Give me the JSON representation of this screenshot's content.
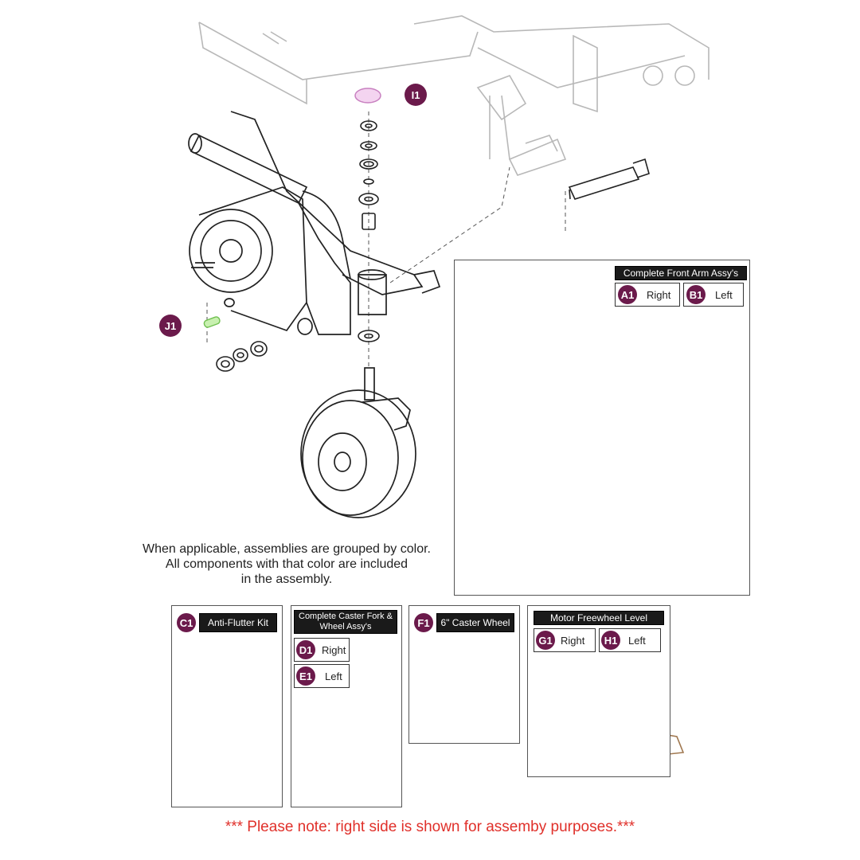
{
  "callouts": {
    "i1": "I1",
    "j1": "J1"
  },
  "front_arm": {
    "header": "Complete Front Arm Assy's",
    "a_badge": "A1",
    "a_label": "Right",
    "b_badge": "B1",
    "b_label": "Left"
  },
  "grouping_note": {
    "line1": "When applicable, assemblies are grouped by color.",
    "line2": "All components with that color are included",
    "line3": "in the assembly."
  },
  "anti_flutter": {
    "badge": "C1",
    "label": "Anti-Flutter Kit"
  },
  "caster_fork": {
    "header": "Complete Caster Fork & Wheel Assy's",
    "d_badge": "D1",
    "d_label": "Right",
    "e_badge": "E1",
    "e_label": "Left"
  },
  "caster_wheel": {
    "badge": "F1",
    "label": "6\" Caster Wheel"
  },
  "freewheel": {
    "header": "Motor Freewheel Level",
    "g_badge": "G1",
    "g_label": "Right",
    "h_badge": "H1",
    "h_label": "Left"
  },
  "footnote": "*** Please note: right side is shown for assemby purposes.***",
  "colors": {
    "badge": "#6b1a4b",
    "front_arm_assy": "#2b2fb0",
    "anti_flutter_kit": "#e8302a",
    "caster_fork_assy": "#a020a8",
    "caster_wheel": "#2a6e2a",
    "freewheel_right": "#f07a50",
    "freewheel_left": "#a07850",
    "cap_i1": "#e8a8e0",
    "pin_j1": "#90e070",
    "footnote": "#e0302a"
  }
}
